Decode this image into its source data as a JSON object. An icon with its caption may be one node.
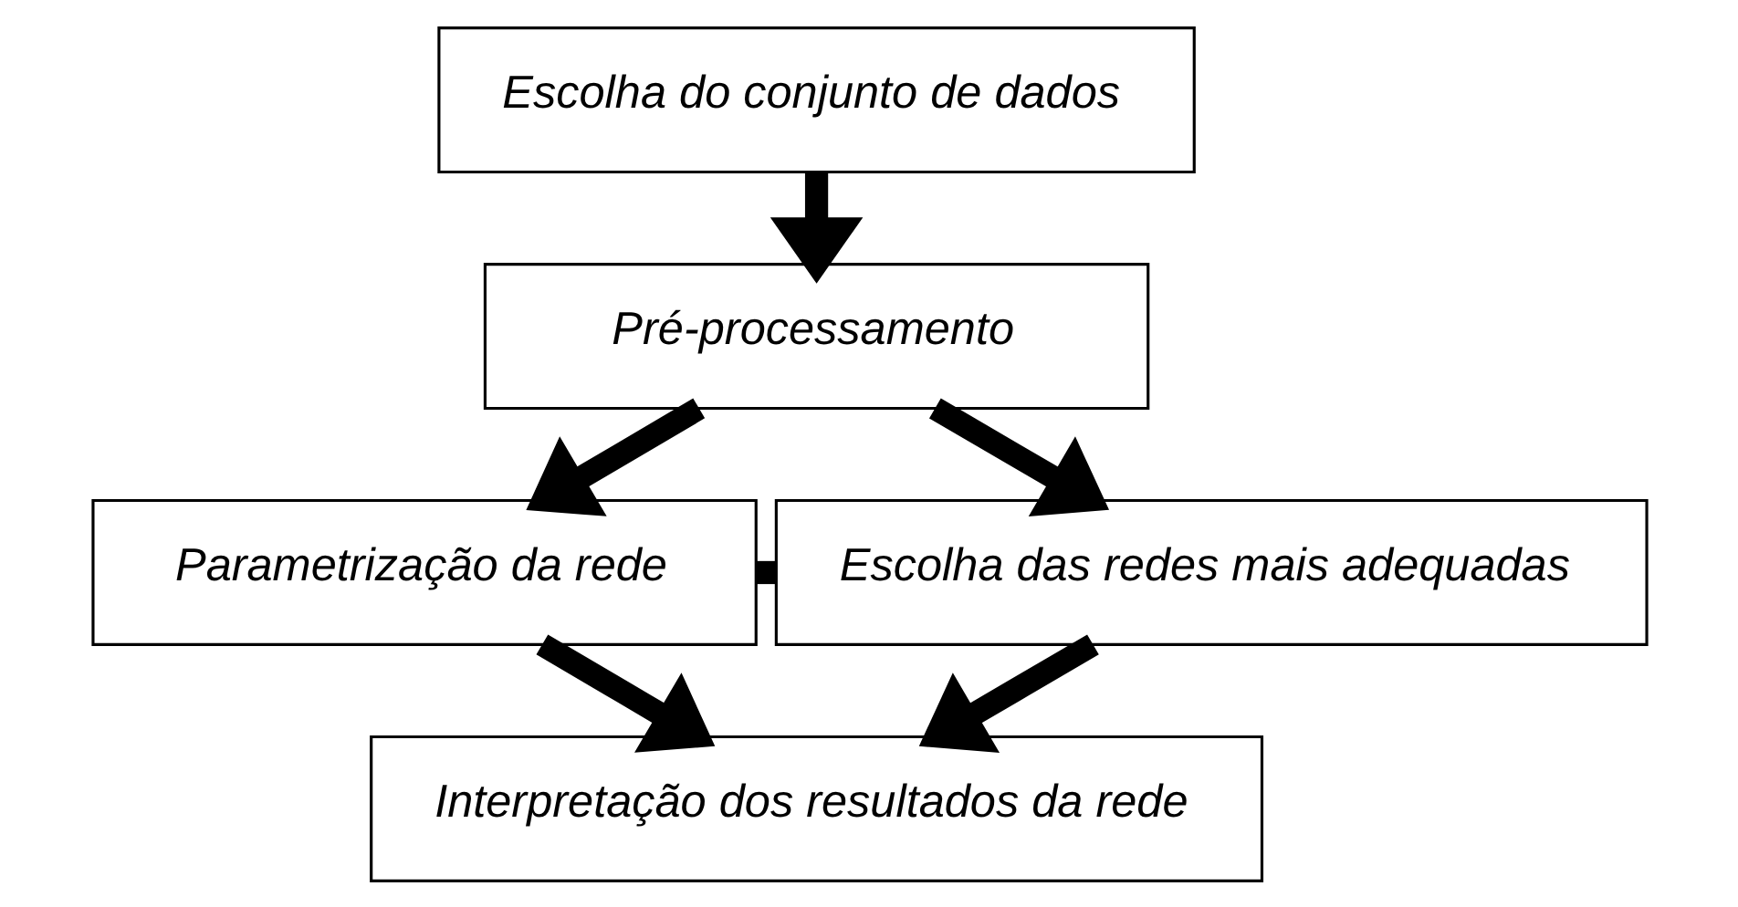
{
  "diagram": {
    "nodes": [
      {
        "text": [
          "Escolha do conjunto de dados"
        ]
      },
      {
        "text": [
          "Pré-processamento"
        ]
      },
      {
        "text": [
          "Parametrização da rede"
        ]
      },
      {
        "text": [
          "Escolha das redes mais adequadas"
        ]
      },
      {
        "text": [
          "Interpretação dos resultados da rede"
        ]
      }
    ],
    "edges": [
      {
        "from": 0,
        "to": 1,
        "arrow": "to"
      },
      {
        "from": 1,
        "to": 2,
        "arrow": "to"
      },
      {
        "from": 1,
        "to": 3,
        "arrow": "to"
      },
      {
        "from": 2,
        "to": 3,
        "arrow": "none"
      },
      {
        "from": 2,
        "to": 4,
        "arrow": "to"
      },
      {
        "from": 3,
        "to": 4,
        "arrow": "to"
      }
    ]
  }
}
